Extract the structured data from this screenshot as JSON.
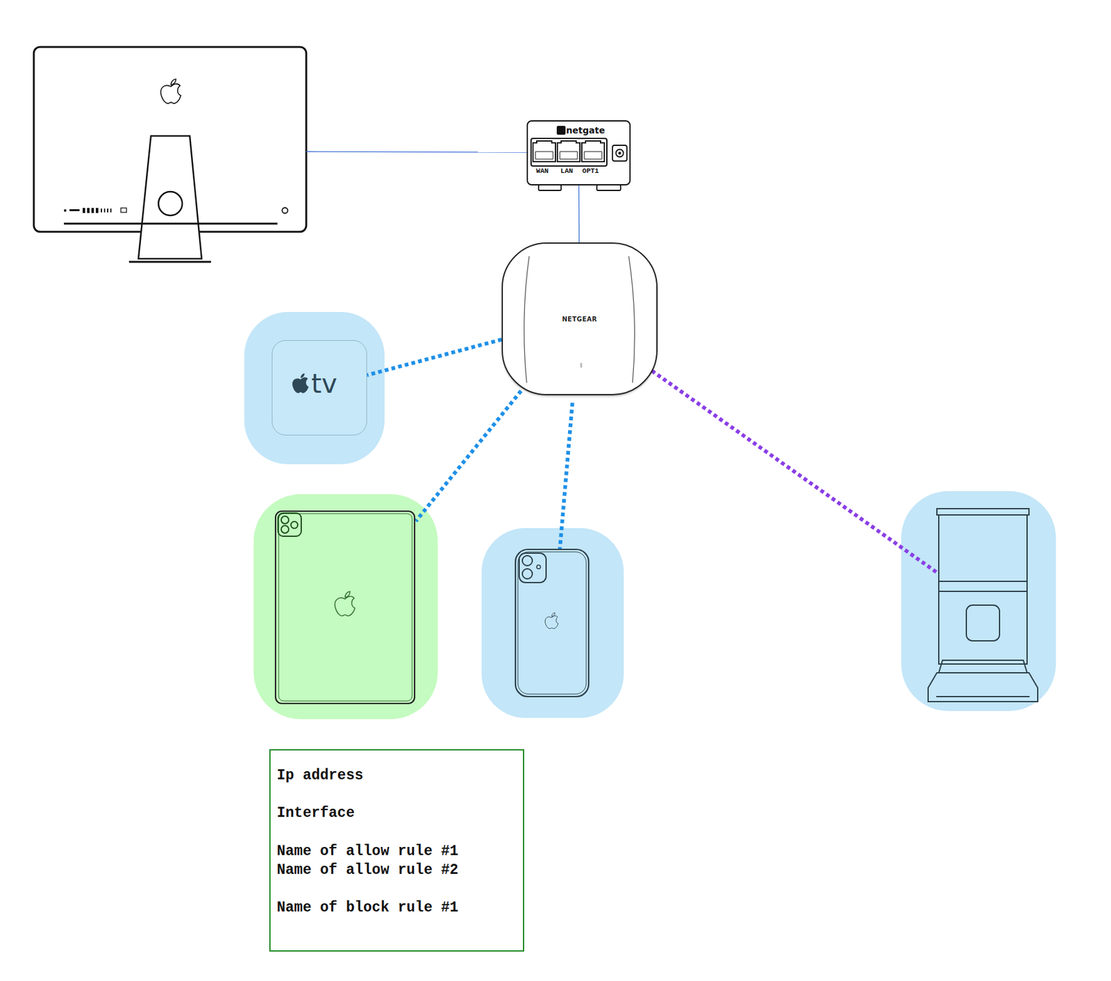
{
  "diagram": {
    "nodes": [
      {
        "text": [
          "netgate",
          "WAN",
          "LAN",
          "OPT1"
        ]
      },
      {
        "text": [
          "NETGEAR"
        ]
      },
      {
        "text": [
          "tv"
        ]
      },
      {
        "text": [
          "Ip address",
          "Interface",
          "Name of allow rule #1",
          "Name of allow rule #2",
          "Name of block rule #1"
        ]
      }
    ],
    "edges": [
      {
        "from": 0,
        "to": 1,
        "arrow": "none"
      },
      {
        "from": 1,
        "to": 2,
        "arrow": "none"
      }
    ]
  }
}
